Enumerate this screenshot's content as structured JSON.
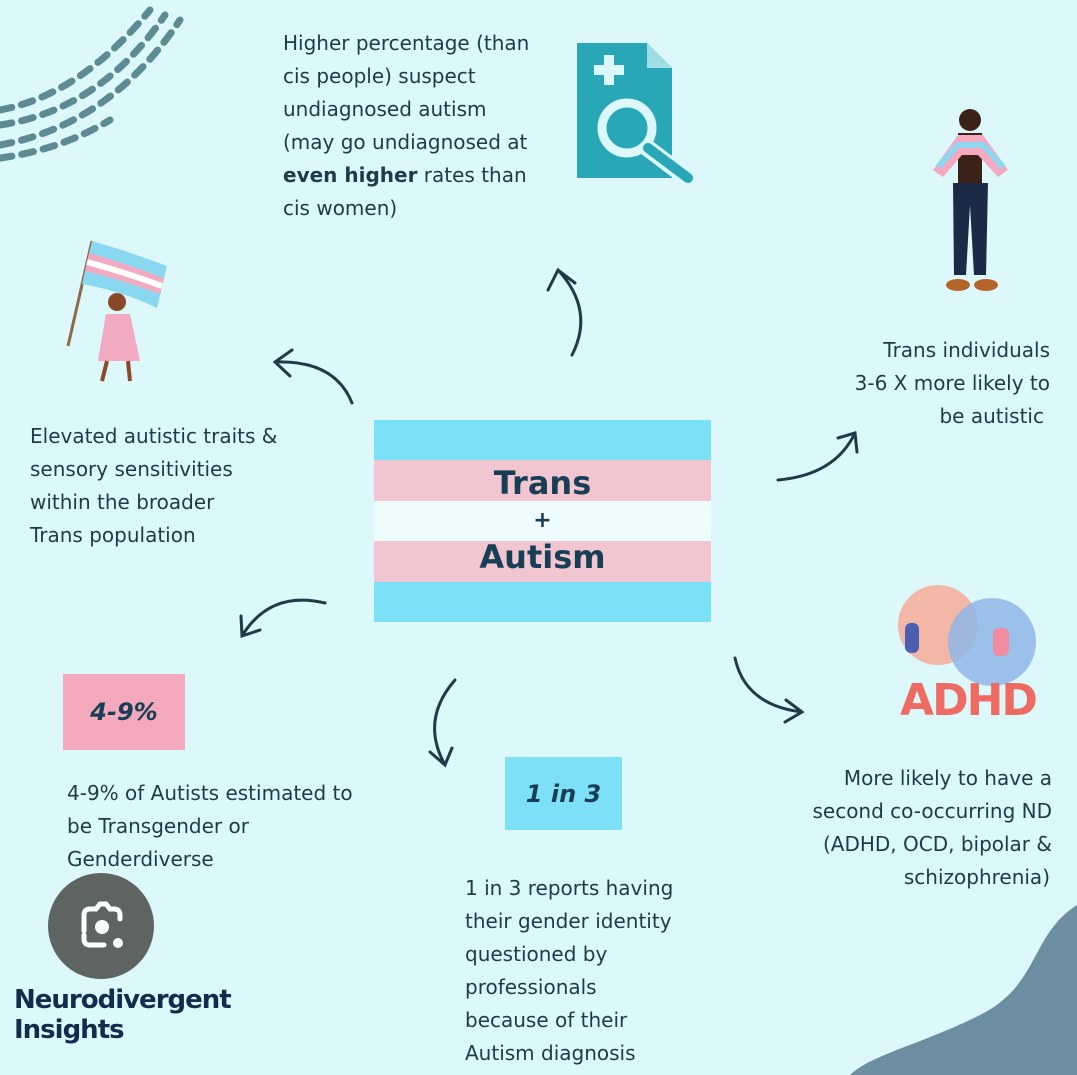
{
  "center": {
    "line1": "Trans",
    "plus": "+",
    "line2": "Autism"
  },
  "top_block": {
    "lines": [
      "Higher percentage (than",
      "cis people) suspect",
      "undiagnosed autism",
      "(may go undiagnosed at"
    ],
    "bold_part": "even higher",
    "after_bold": " rates than",
    "last_line": "cis women)"
  },
  "right_top": {
    "lines": [
      "Trans individuals",
      "3-6 X more likely to",
      "be autistic"
    ]
  },
  "left_mid": {
    "lines": [
      "Elevated autistic traits &",
      "sensory sensitivities",
      "within the broader",
      "Trans population"
    ]
  },
  "stat_left": {
    "badge": "4-9%",
    "lines": [
      "4-9% of Autists estimated to",
      "be Transgender or",
      "Genderdiverse"
    ]
  },
  "stat_mid": {
    "badge": "1 in 3",
    "lines": [
      "1 in 3 reports having",
      "their gender identity",
      "questioned by",
      "professionals",
      "because of their",
      "Autism diagnosis"
    ]
  },
  "right_bottom": {
    "adhd_label": "ADHD",
    "lines": [
      "More likely to have a",
      "second co-occurring ND",
      "(ADHD, OCD, bipolar &",
      "schizophrenia)"
    ]
  },
  "logo": {
    "line1": "Neurodivergent",
    "line2": "Insights"
  },
  "colors": {
    "bg": "#dcf8fa",
    "blue": "#7ae1f7",
    "pink": "#f1c6d1",
    "white": "#effcfd",
    "text": "#1f3a48",
    "teal": "#2aa7b6",
    "badge_pink": "#f4a8bb"
  }
}
